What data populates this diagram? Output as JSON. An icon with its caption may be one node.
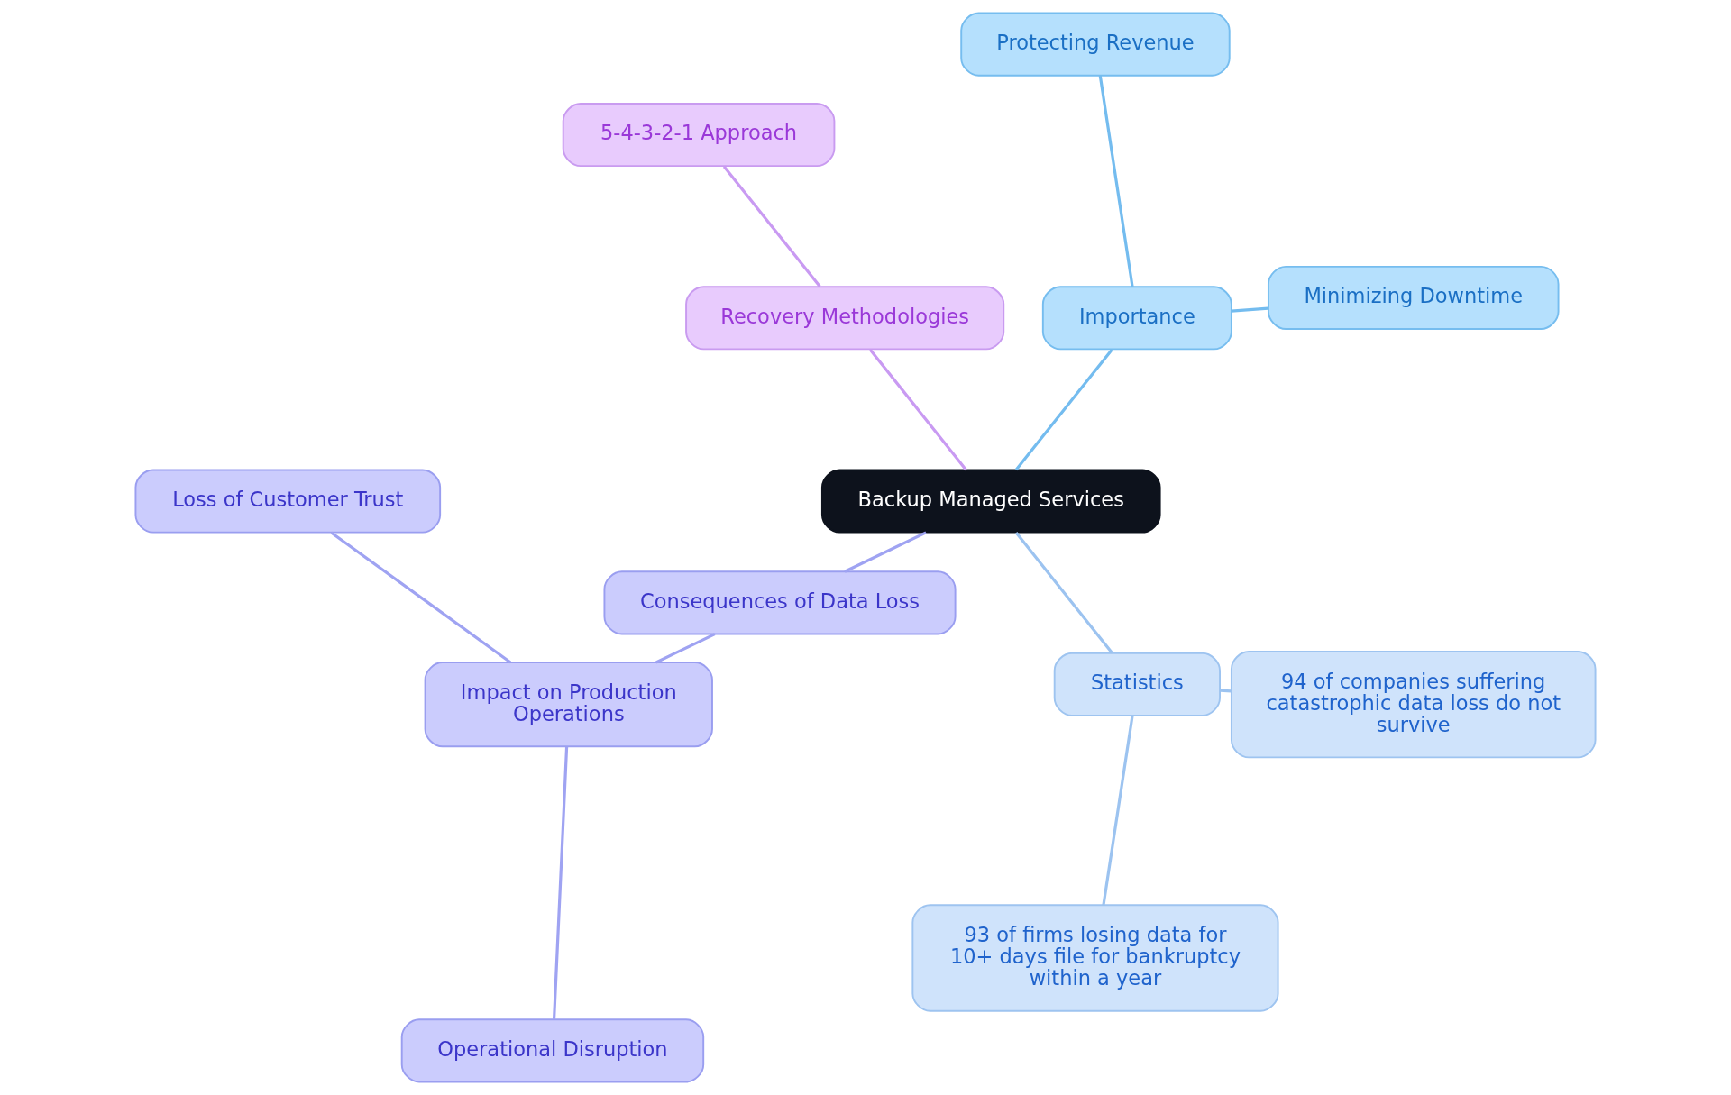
{
  "diagram": {
    "nodes": [
      {
        "text": [
          "Backup Managed Services"
        ]
      },
      {
        "text": [
          "Consequences of Data Loss"
        ]
      },
      {
        "text": [
          "Impact on Production Operations"
        ]
      },
      {
        "text": [
          "Operational Disruption"
        ]
      },
      {
        "text": [
          "Loss of Customer Trust"
        ]
      },
      {
        "text": [
          "Recovery Methodologies"
        ]
      },
      {
        "text": [
          "5-4-3-2-1 Approach"
        ]
      },
      {
        "text": [
          "Importance"
        ]
      },
      {
        "text": [
          "Minimizing Downtime"
        ]
      },
      {
        "text": [
          "Protecting Revenue"
        ]
      },
      {
        "text": [
          "Statistics"
        ]
      },
      {
        "text": [
          "94 of companies suffering catastrophic data loss do not survive"
        ]
      },
      {
        "text": [
          "93 of firms losing data for 10+ days file for bankruptcy within a year"
        ]
      }
    ],
    "edges": [
      {
        "from": 0,
        "to": 7,
        "arrow": "none",
        "color": "#74bcef"
      },
      {
        "from": 7,
        "to": 8,
        "arrow": "none",
        "color": "#74bcef"
      },
      {
        "from": 7,
        "to": 9,
        "arrow": "none",
        "color": "#74bcef"
      },
      {
        "from": 0,
        "to": 5,
        "arrow": "none",
        "color": "#c99af2"
      },
      {
        "from": 5,
        "to": 6,
        "arrow": "none",
        "color": "#c99af2"
      },
      {
        "from": 0,
        "to": 1,
        "arrow": "none",
        "color": "#9fa3f2"
      },
      {
        "from": 1,
        "to": 2,
        "arrow": "none",
        "color": "#9fa3f2"
      },
      {
        "from": 2,
        "to": 3,
        "arrow": "none",
        "color": "#9fa3f2"
      },
      {
        "from": 2,
        "to": 4,
        "arrow": "none",
        "color": "#9fa3f2"
      },
      {
        "from": 0,
        "to": 10,
        "arrow": "none",
        "color": "#9cc3f0"
      },
      {
        "from": 10,
        "to": 11,
        "arrow": "none",
        "color": "#9cc3f0"
      },
      {
        "from": 10,
        "to": 12,
        "arrow": "none",
        "color": "#9cc3f0"
      }
    ]
  }
}
